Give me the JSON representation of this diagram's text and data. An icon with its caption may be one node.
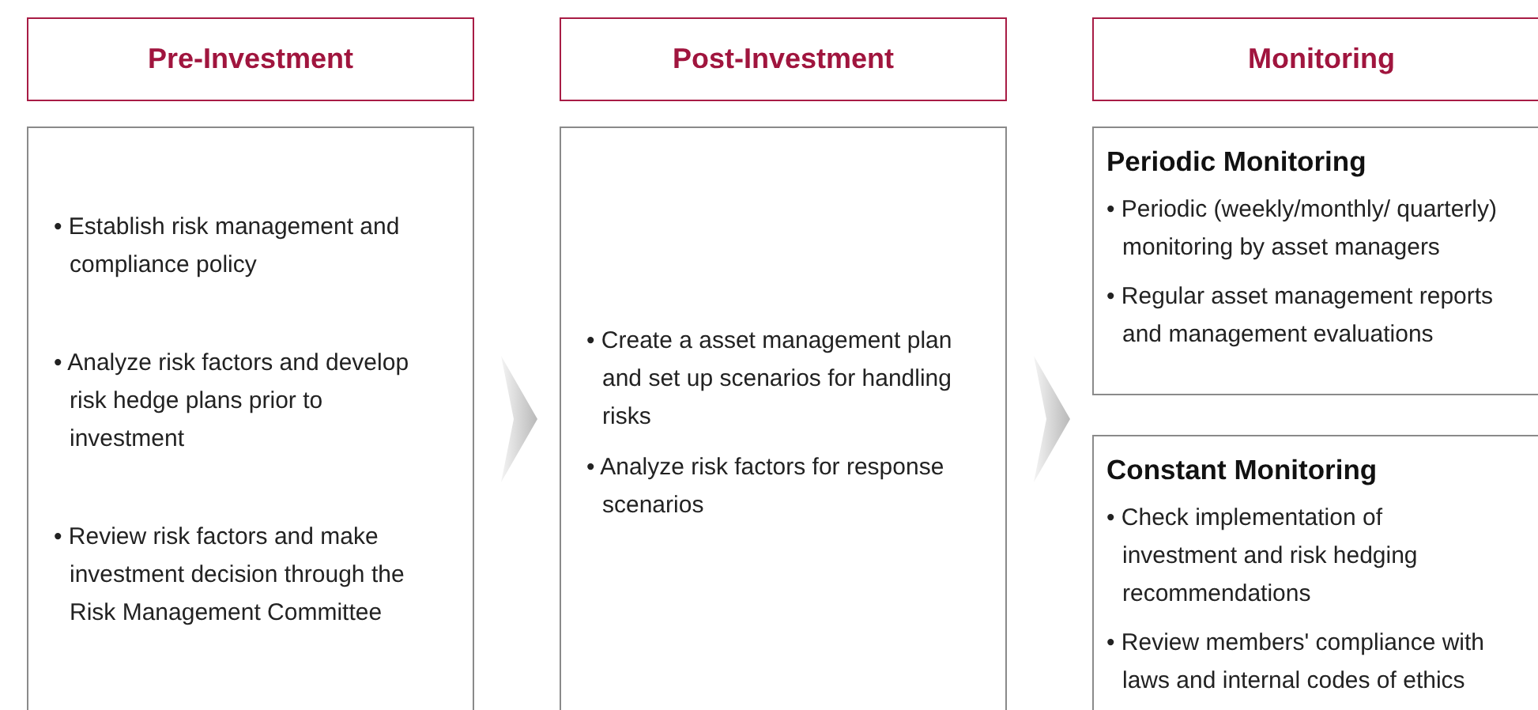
{
  "diagram": {
    "nodes": [
      {
        "text": [
          "Pre-Investment"
        ]
      },
      {
        "text": [
          "Post-Investment"
        ]
      },
      {
        "text": [
          "Monitoring"
        ]
      },
      {
        "text": [
          "• Establish risk management and compliance policy",
          "• Analyze risk factors and develop risk hedge plans prior to investment",
          "• Review risk factors and make investment decision through the Risk Management Committee"
        ]
      },
      {
        "text": [
          "• Create a asset management plan and set up scenarios for handling risks",
          "• Analyze risk factors for response scenarios"
        ]
      },
      {
        "text": [
          "Periodic Monitoring",
          "• Periodic (weekly/monthly/ quarterly) monitoring by asset managers",
          "• Regular asset management reports and management evaluations"
        ]
      },
      {
        "text": [
          "Constant Monitoring",
          "• Check implementation of investment and risk hedging recommendations",
          "• Review members' compliance with laws and internal codes of ethics"
        ]
      }
    ],
    "edges": [
      {
        "from": 3,
        "to": 4,
        "arrow": "to"
      },
      {
        "from": 4,
        "to": 6,
        "arrow": "to"
      }
    ]
  }
}
